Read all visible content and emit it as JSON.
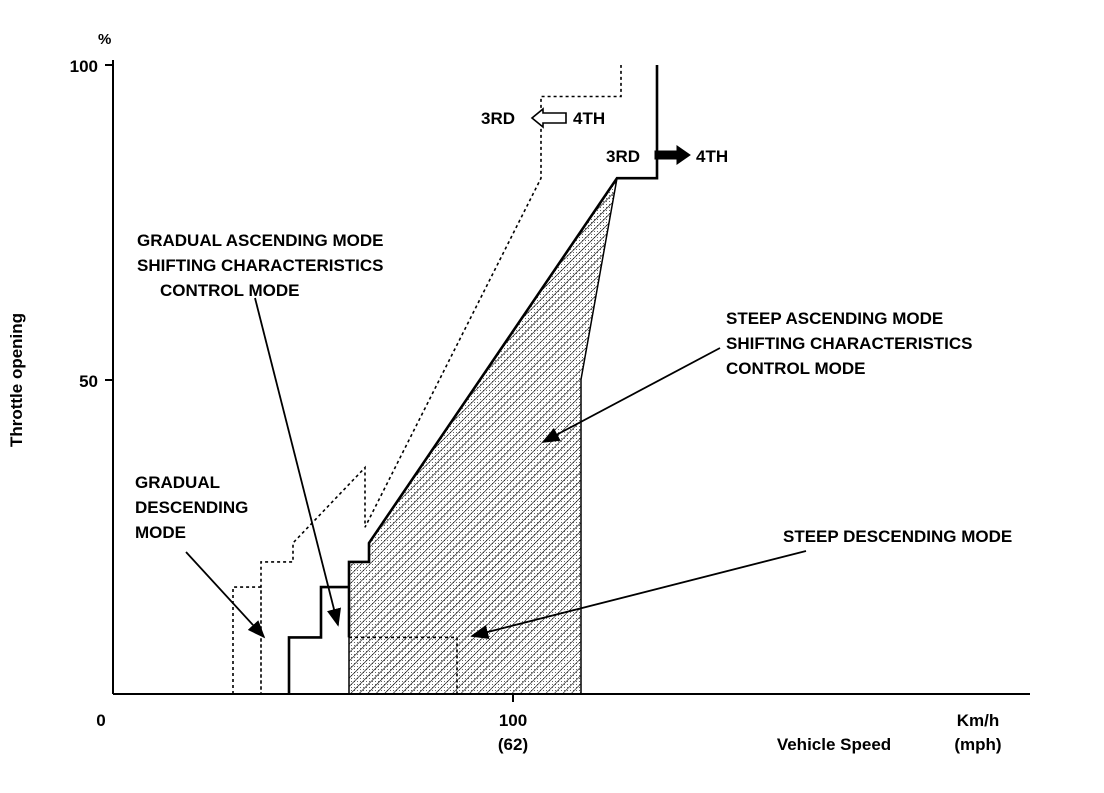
{
  "chart_data": {
    "type": "line",
    "title": "",
    "xlabel": "Vehicle Speed",
    "ylabel": "Throttle opening",
    "y_unit_label": "%",
    "x_unit_label": "Km/h",
    "x_unit_label_alt": "(mph)",
    "origin_label": "0",
    "xlim": [
      0,
      225
    ],
    "ylim": [
      0,
      100
    ],
    "x_ticks": [
      {
        "value": 100,
        "label": "100",
        "sublabel": "(62)"
      }
    ],
    "y_ticks": [
      {
        "value": 50,
        "label": "50"
      },
      {
        "value": 100,
        "label": "100"
      }
    ],
    "grid": false,
    "series": [
      {
        "name": "3RD ⇦ 4TH",
        "style": "dashed",
        "points": [
          [
            30,
            0
          ],
          [
            30,
            17
          ],
          [
            37,
            17
          ],
          [
            37,
            0
          ],
          [
            37,
            21
          ],
          [
            45,
            21
          ],
          [
            45,
            24
          ],
          [
            63,
            36
          ],
          [
            63,
            26.5
          ],
          [
            107,
            82
          ],
          [
            107,
            95
          ],
          [
            127,
            95
          ],
          [
            127,
            100
          ]
        ]
      },
      {
        "name": "3RD ➡ 4TH",
        "style": "solid",
        "points": [
          [
            44,
            0
          ],
          [
            44,
            9
          ],
          [
            52,
            9
          ],
          [
            52,
            17
          ],
          [
            59,
            17
          ],
          [
            59,
            9
          ],
          [
            59,
            21
          ],
          [
            64,
            21
          ],
          [
            64,
            24
          ],
          [
            126,
            82
          ],
          [
            136,
            82
          ],
          [
            136,
            100
          ]
        ]
      },
      {
        "name": "STEEP DESCENDING MODE",
        "style": "dashed",
        "points": [
          [
            59,
            9
          ],
          [
            86,
            9
          ],
          [
            86,
            0
          ]
        ]
      },
      {
        "name": "STEEP ASCENDING MODE SHIFTING CHARACTERISTICS CONTROL MODE",
        "style": "hatched-region",
        "points": [
          [
            59,
            0
          ],
          [
            59,
            21
          ],
          [
            64,
            21
          ],
          [
            64,
            24
          ],
          [
            126,
            82
          ],
          [
            117,
            50
          ],
          [
            117,
            0
          ]
        ]
      }
    ],
    "annotations": [
      {
        "id": "downshift",
        "text": "3RD",
        "text2": "4TH"
      },
      {
        "id": "upshift",
        "text": "3RD",
        "text2": "4TH"
      },
      {
        "id": "gradual-ascending",
        "lines": [
          "GRADUAL ASCENDING MODE",
          "SHIFTING CHARACTERISTICS",
          "CONTROL MODE"
        ]
      },
      {
        "id": "steep-ascending",
        "lines": [
          "STEEP ASCENDING MODE",
          "SHIFTING CHARACTERISTICS",
          "CONTROL MODE"
        ]
      },
      {
        "id": "gradual-descending",
        "lines": [
          "GRADUAL",
          "DESCENDING",
          "MODE"
        ]
      },
      {
        "id": "steep-descending",
        "lines": [
          "STEEP DESCENDING MODE"
        ]
      }
    ]
  }
}
